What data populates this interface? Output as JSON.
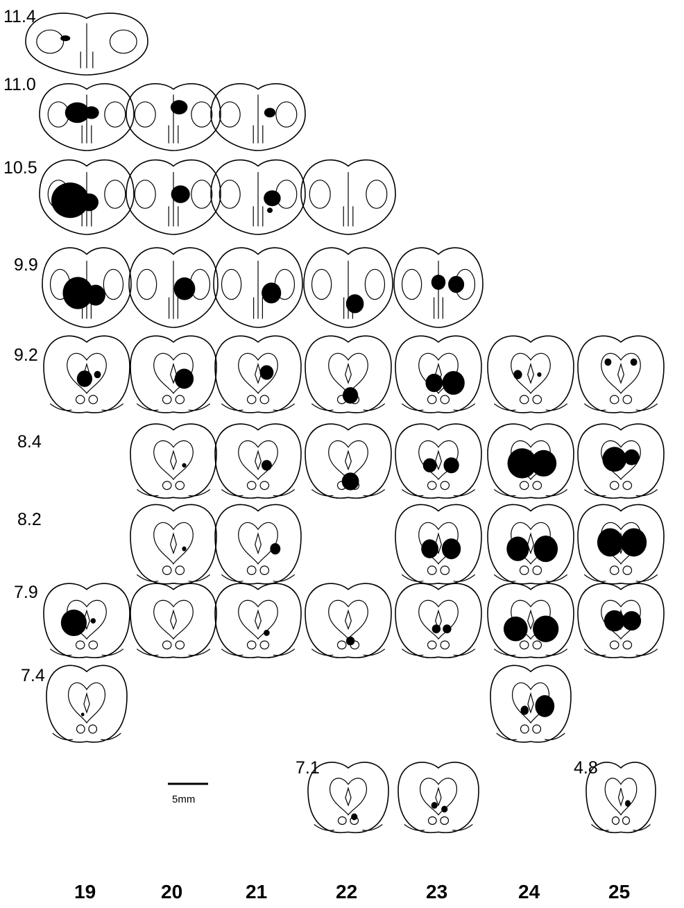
{
  "scale_bar": {
    "label": "5mm"
  },
  "columns": [
    {
      "label": "19"
    },
    {
      "label": "20"
    },
    {
      "label": "21"
    },
    {
      "label": "22"
    },
    {
      "label": "23"
    },
    {
      "label": "24"
    },
    {
      "label": "25"
    }
  ],
  "rows": [
    {
      "label": "11.4",
      "sections": [
        {
          "col": 0,
          "lesions": [
            [
              -0.35,
              -0.1,
              0.08
            ]
          ]
        }
      ]
    },
    {
      "label": "11.0",
      "sections": [
        {
          "col": 0,
          "lesions": [
            [
              -0.2,
              -0.05,
              0.26
            ],
            [
              0.1,
              -0.05,
              0.16
            ]
          ]
        },
        {
          "col": 1,
          "lesions": [
            [
              0.12,
              -0.2,
              0.18
            ]
          ]
        },
        {
          "col": 2,
          "lesions": [
            [
              0.25,
              -0.05,
              0.12
            ]
          ]
        }
      ]
    },
    {
      "label": "10.5",
      "sections": [
        {
          "col": 0,
          "lesions": [
            [
              -0.35,
              0.15,
              0.4
            ],
            [
              0.05,
              0.2,
              0.2
            ]
          ]
        },
        {
          "col": 1,
          "lesions": [
            [
              0.15,
              0.0,
              0.2
            ]
          ]
        },
        {
          "col": 2,
          "lesions": [
            [
              0.3,
              0.1,
              0.18
            ],
            [
              0.25,
              0.4,
              0.06
            ]
          ]
        },
        {
          "col": 3,
          "lesions": []
        }
      ]
    },
    {
      "label": "9.9",
      "sections": [
        {
          "col": 0,
          "lesions": [
            [
              -0.2,
              0.2,
              0.34
            ],
            [
              0.2,
              0.25,
              0.22
            ]
          ]
        },
        {
          "col": 1,
          "lesions": [
            [
              0.25,
              0.1,
              0.24
            ]
          ]
        },
        {
          "col": 2,
          "lesions": [
            [
              0.3,
              0.2,
              0.22
            ]
          ]
        },
        {
          "col": 3,
          "lesions": [
            [
              0.15,
              0.45,
              0.2
            ]
          ]
        },
        {
          "col": 4,
          "lesions": [
            [
              0.0,
              -0.05,
              0.16
            ],
            [
              0.4,
              0.0,
              0.18
            ]
          ]
        }
      ]
    },
    {
      "label": "9.2",
      "sections": [
        {
          "col": 0,
          "lesions": [
            [
              -0.05,
              0.1,
              0.18
            ],
            [
              0.25,
              0.0,
              0.08
            ]
          ]
        },
        {
          "col": 1,
          "lesions": [
            [
              0.25,
              0.1,
              0.22
            ]
          ]
        },
        {
          "col": 2,
          "lesions": [
            [
              0.2,
              -0.05,
              0.16
            ]
          ]
        },
        {
          "col": 3,
          "lesions": [
            [
              0.05,
              0.5,
              0.18
            ]
          ]
        },
        {
          "col": 4,
          "lesions": [
            [
              -0.1,
              0.2,
              0.2
            ],
            [
              0.35,
              0.2,
              0.26
            ]
          ]
        },
        {
          "col": 5,
          "lesions": [
            [
              -0.3,
              0.0,
              0.1
            ],
            [
              0.2,
              0.0,
              0.05
            ]
          ]
        },
        {
          "col": 6,
          "lesions": [
            [
              -0.3,
              -0.3,
              0.08
            ],
            [
              0.3,
              -0.3,
              0.08
            ]
          ]
        }
      ]
    },
    {
      "label": "8.4",
      "sections": [
        {
          "col": 1,
          "lesions": [
            [
              0.25,
              0.1,
              0.05
            ]
          ]
        },
        {
          "col": 2,
          "lesions": [
            [
              0.2,
              0.1,
              0.12
            ]
          ]
        },
        {
          "col": 3,
          "lesions": [
            [
              0.05,
              0.5,
              0.2
            ]
          ]
        },
        {
          "col": 4,
          "lesions": [
            [
              -0.2,
              0.1,
              0.16
            ],
            [
              0.3,
              0.1,
              0.18
            ]
          ]
        },
        {
          "col": 5,
          "lesions": [
            [
              -0.2,
              0.05,
              0.34
            ],
            [
              0.3,
              0.05,
              0.3
            ]
          ]
        },
        {
          "col": 6,
          "lesions": [
            [
              -0.15,
              -0.05,
              0.28
            ],
            [
              0.25,
              -0.1,
              0.18
            ]
          ]
        }
      ]
    },
    {
      "label": "8.2",
      "sections": [
        {
          "col": 1,
          "lesions": [
            [
              0.25,
              0.1,
              0.05
            ]
          ]
        },
        {
          "col": 2,
          "lesions": [
            [
              0.4,
              0.1,
              0.12
            ]
          ]
        },
        {
          "col": 4,
          "lesions": [
            [
              -0.2,
              0.1,
              0.2
            ],
            [
              0.3,
              0.1,
              0.22
            ]
          ]
        },
        {
          "col": 5,
          "lesions": [
            [
              -0.3,
              0.1,
              0.26
            ],
            [
              0.35,
              0.1,
              0.28
            ]
          ]
        },
        {
          "col": 6,
          "lesions": [
            [
              -0.25,
              -0.05,
              0.3
            ],
            [
              0.3,
              -0.05,
              0.3
            ]
          ]
        }
      ]
    },
    {
      "label": "7.9",
      "sections": [
        {
          "col": 0,
          "lesions": [
            [
              -0.3,
              0.05,
              0.3
            ],
            [
              0.15,
              0.0,
              0.06
            ]
          ]
        },
        {
          "col": 1,
          "lesions": []
        },
        {
          "col": 2,
          "lesions": [
            [
              0.2,
              0.3,
              0.07
            ]
          ]
        },
        {
          "col": 3,
          "lesions": [
            [
              0.05,
              0.5,
              0.1
            ]
          ]
        },
        {
          "col": 4,
          "lesions": [
            [
              -0.05,
              0.2,
              0.1
            ],
            [
              0.2,
              0.2,
              0.1
            ]
          ]
        },
        {
          "col": 5,
          "lesions": [
            [
              -0.35,
              0.2,
              0.28
            ],
            [
              0.35,
              0.2,
              0.3
            ]
          ]
        },
        {
          "col": 6,
          "lesions": [
            [
              -0.15,
              0.0,
              0.24
            ],
            [
              0.25,
              0.0,
              0.22
            ]
          ]
        }
      ]
    },
    {
      "label": "7.4",
      "sections": [
        {
          "col": 0,
          "lesions": [
            [
              -0.1,
              0.25,
              0.04
            ]
          ]
        },
        {
          "col": 5,
          "lesions": [
            [
              -0.15,
              0.15,
              0.1
            ],
            [
              0.35,
              0.05,
              0.24
            ]
          ]
        }
      ]
    }
  ],
  "extra_sections": [
    {
      "label": "7.1",
      "col": 3,
      "lesions": [
        [
          0.15,
          0.5,
          0.08
        ]
      ]
    },
    {
      "label": "",
      "col": 4,
      "lesions": [
        [
          -0.1,
          0.2,
          0.08
        ],
        [
          0.15,
          0.3,
          0.08
        ]
      ]
    },
    {
      "label": "4.8",
      "col": 6,
      "lesions": [
        [
          0.2,
          0.15,
          0.08
        ]
      ]
    }
  ]
}
